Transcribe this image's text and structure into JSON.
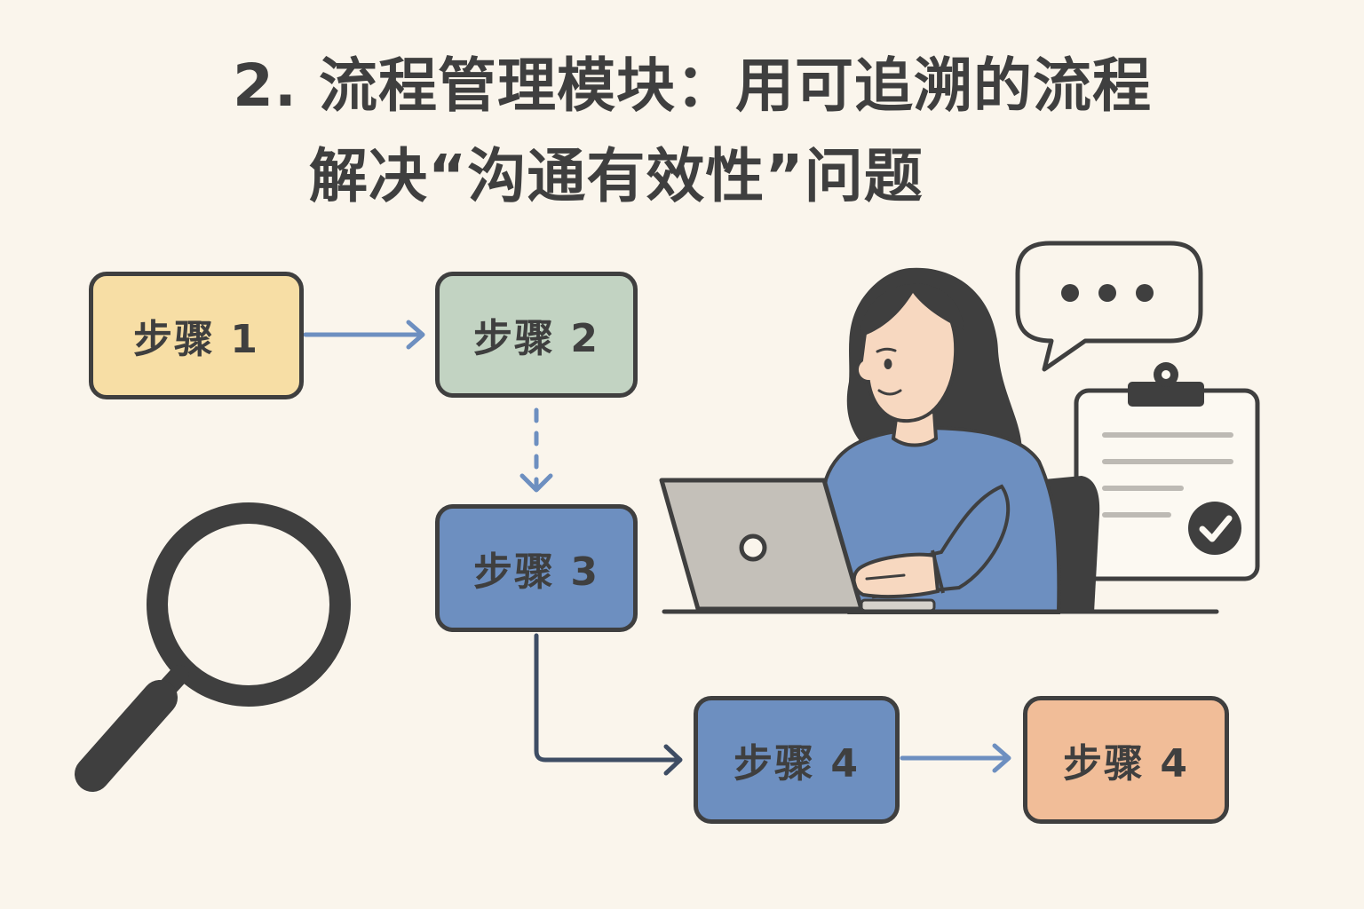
{
  "title": {
    "line1": "2. 流程管理模块：用可追溯的流程",
    "line2": "解决“沟通有效性”问题"
  },
  "steps": [
    {
      "label": "步骤 1",
      "color": "#f7dea5"
    },
    {
      "label": "步骤 2",
      "color": "#c2d3c2"
    },
    {
      "label": "步骤 3",
      "color": "#6d8fc0"
    },
    {
      "label": "步骤 4",
      "color": "#6d8fc0"
    },
    {
      "label": "步骤 4",
      "color": "#f1bd98"
    }
  ],
  "colors": {
    "outline": "#3f3f3f",
    "arrow_light": "#6d8fc0",
    "arrow_dark": "#3e4d64",
    "background": "#faf5ec",
    "sweater": "#6d8fc0",
    "skin": "#f7d8c0",
    "hair": "#3f3f3f",
    "laptop": "#c4c0b9"
  },
  "icons": [
    "magnifier-icon",
    "speech-bubble-icon",
    "clipboard-icon",
    "check-icon",
    "person-illustration",
    "laptop-icon"
  ]
}
